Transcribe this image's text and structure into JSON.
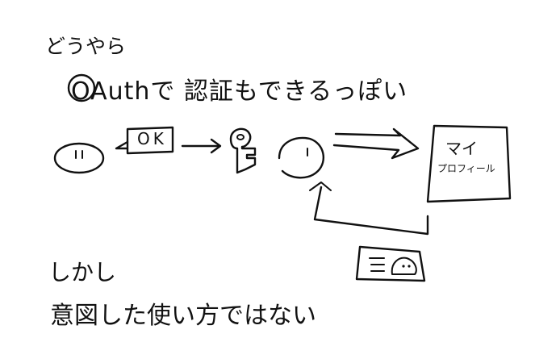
{
  "line1": "どうやら",
  "line2": "OAuthで 認証もできるっぽい",
  "bubble_ok": "OK",
  "profile_line1": "マイ",
  "profile_line2": "プロフィール",
  "line3": "しかし",
  "line4": "意図した使い方ではない",
  "icons": {
    "left_face": "face-icon",
    "key": "key-icon",
    "right_face": "face-icon",
    "profile_card": "profile-card-icon",
    "id_card": "id-card-icon"
  }
}
